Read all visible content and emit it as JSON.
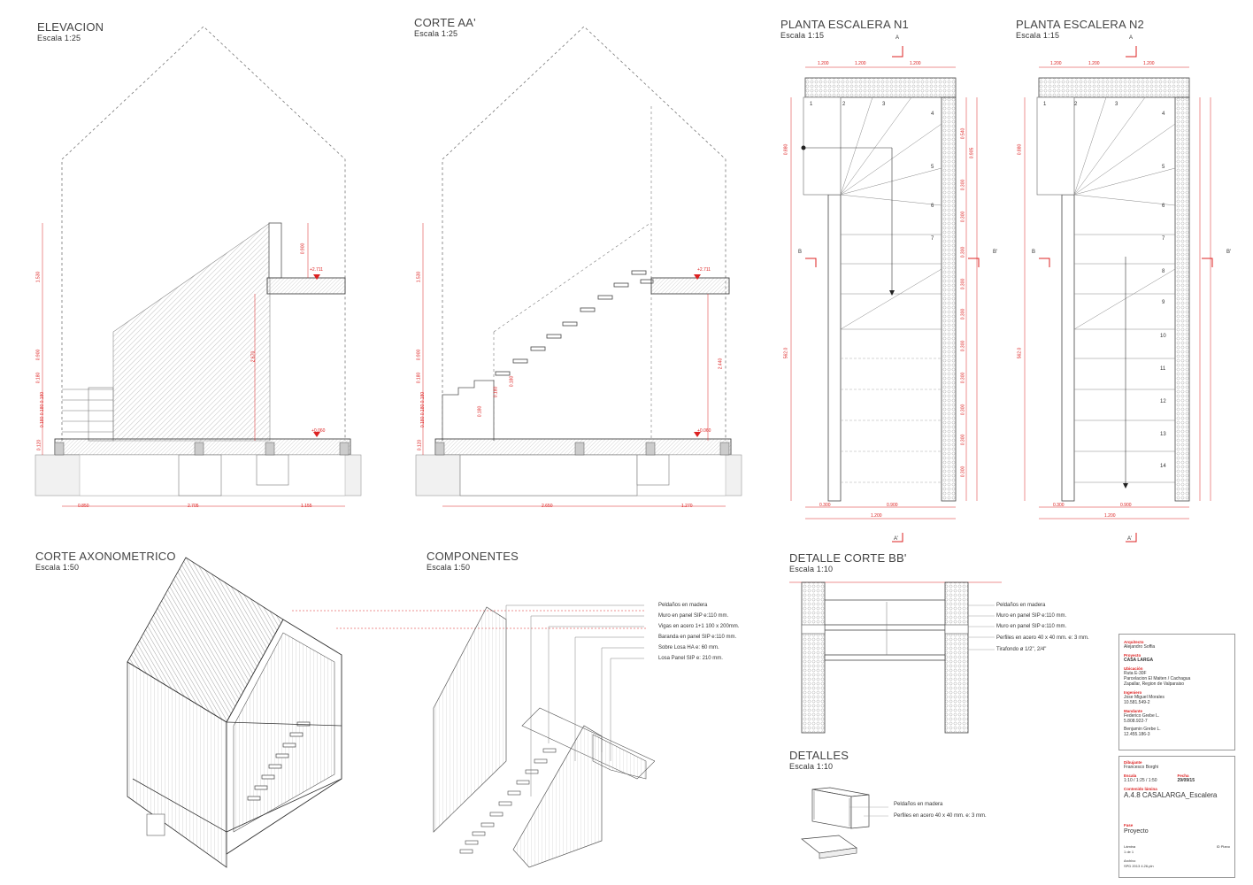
{
  "views": {
    "elevacion": {
      "title": "ELEVACION",
      "scale": "Escala 1:25"
    },
    "corte_aa": {
      "title": "CORTE AA'",
      "scale": "Escala 1:25"
    },
    "planta_n1": {
      "title": "PLANTA ESCALERA N1",
      "scale": "Escala 1:15"
    },
    "planta_n2": {
      "title": "PLANTA ESCALERA N2",
      "scale": "Escala 1:15"
    },
    "axonometrico": {
      "title": "CORTE AXONOMETRICO",
      "scale": "Escala 1:50"
    },
    "componentes": {
      "title": "COMPONENTES",
      "scale": "Escala 1:50"
    },
    "detalle_bb": {
      "title": "DETALLE CORTE BB'",
      "scale": "Escala 1:10"
    },
    "detalles": {
      "title": "DETALLES",
      "scale": "Escala 1:10"
    }
  },
  "levels": {
    "upper": "+2.711",
    "lower": "+0.060"
  },
  "elev_dims": {
    "bottom": [
      "0.850",
      "2.705",
      "1.155"
    ],
    "side": [
      "1.530",
      "0.900",
      "0.180",
      "0.180 0.180 0.180",
      "0.120"
    ],
    "railing": "0.900",
    "height": "2.670"
  },
  "corte_dims": {
    "bottom": [
      "2.650",
      "1.270"
    ],
    "height": "2.440",
    "steps": [
      "0.180",
      "0.180",
      "0.180"
    ],
    "side": [
      "1.530",
      "0.900",
      "0.180",
      "0.180 0.180 0.180",
      "0.120"
    ]
  },
  "plan_dims": {
    "top": [
      "1.200",
      "1.200",
      "1.200"
    ],
    "bottom": [
      "0.300",
      "0.900"
    ],
    "total": "1.200",
    "left": [
      "0.880",
      "562.0"
    ],
    "right": [
      "0.540",
      "0.905",
      "0.300",
      "0.300",
      "0.300",
      "0.300",
      "0.300",
      "0.300",
      "0.300",
      "0.300",
      "0.300",
      "0.300"
    ]
  },
  "section_marks": {
    "a": "A",
    "a2": "A'",
    "b": "B",
    "b2": "B'"
  },
  "steps_n1": [
    "1",
    "2",
    "3",
    "4",
    "5",
    "6",
    "7"
  ],
  "steps_n2": [
    "1",
    "2",
    "3",
    "4",
    "5",
    "6",
    "7",
    "8",
    "9",
    "10",
    "11",
    "12",
    "13",
    "14"
  ],
  "components_labels": [
    "Peldaños en madera",
    "Muro en panel SIP e:110 mm.",
    "Vigas en acero 1+1 100 x 200mm.",
    "Baranda en panel SIP e:110 mm.",
    "Sobre Losa HA e: 60 mm.",
    "Losa Panel SIP e: 210 mm."
  ],
  "detalle_bb_labels": [
    "Peldaños en madera",
    "Muro en panel SIP e:110 mm.",
    "Muro en panel SIP e:110 mm.",
    "Perfiles en acero 40 x 40 mm. e: 3 mm.",
    "Tirafondo ø 1/2\", 2/4\""
  ],
  "detalles_labels": [
    "Peldaños en madera",
    "Perfiles en acero 40 x 40 mm. e: 3 mm."
  ],
  "title_block": {
    "arquitecto_k": "Arquitecto",
    "arquitecto_v": "Alejandro Soffia",
    "proyecto_k": "Proyecto",
    "proyecto_v": "CASA LARGA",
    "ubicacion_k": "Ubicación",
    "ubicacion_v1": "Ruta E-30F",
    "ubicacion_v2": "Parcelacion El Maiten / Cachagua",
    "ubicacion_v3": "Zapallar, Region de Valparaiso",
    "ingeniero_k": "Ingeniero",
    "ingeniero_v1": "Jose Miguel Morales",
    "ingeniero_v2": "10.581.549-2",
    "mandante_k": "Mandante",
    "mandante_v1": "Federico Grebe L.",
    "mandante_v2": "5.808.922-7",
    "mandante_v3": "Benjamin Grebe L.",
    "mandante_v4": "12.455.186-3",
    "dibujante_k": "Dibujante",
    "dibujante_v": "Francesco Borghi",
    "escala_k": "Escala",
    "escala_v": "1:10 / 1:25 / 1:50",
    "fecha_k": "Fecha",
    "fecha_v": "29/09/15",
    "contenido_k": "Contenido lámina",
    "contenido_v": "A.4.8 CASALARGA_Escalera",
    "fase_k": "Fase",
    "fase_v": "Proyecto",
    "lamina_k": "Lámina",
    "lamina_v": "1 de 1",
    "archivo_k": "Archivo",
    "archivo_v": "SPD 2013 4.26.pln",
    "plano_k": "ID Plano"
  }
}
